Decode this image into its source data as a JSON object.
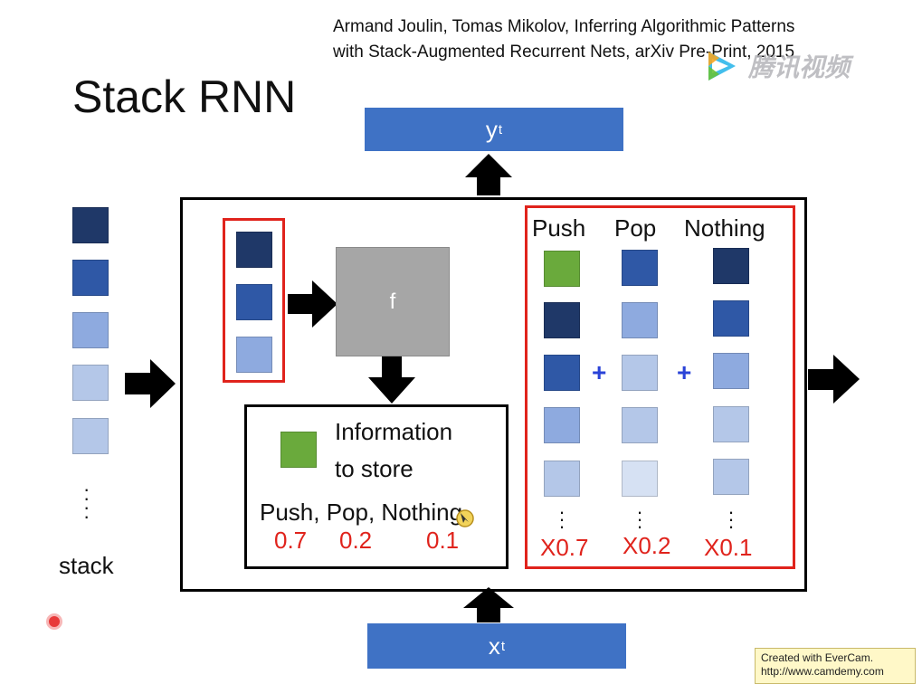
{
  "citation": {
    "line1": "Armand Joulin, Tomas Mikolov, Inferring Algorithmic Patterns",
    "line2": "with Stack-Augmented Recurrent Nets, arXiv Pre-Print, 2015"
  },
  "watermark": {
    "text": "腾讯视频"
  },
  "title": "Stack RNN",
  "output": {
    "label": "y",
    "superscript": "t"
  },
  "input": {
    "label": "x",
    "superscript": "t"
  },
  "f_label": "f",
  "stack_label": "stack",
  "info": {
    "line1": "Information",
    "line2": "to store",
    "actions": "Push, Pop, Nothing",
    "probs": [
      "0.7",
      "0.2",
      "0.1"
    ]
  },
  "ops": {
    "headers": [
      "Push",
      "Pop",
      "Nothing"
    ],
    "plus": "+",
    "multipliers": [
      "X0.7",
      "X0.2",
      "X0.1"
    ]
  },
  "vertical_ellipsis": "⋮",
  "colors": {
    "dark_navy": "#1f3868",
    "mid_blue": "#2f58a6",
    "light_blue": "#8eaadf",
    "lighter_blue": "#b4c7e8",
    "palest_blue": "#d6e1f3",
    "green": "#6aaa3c",
    "bar_blue": "#3f72c5",
    "gray_f": "#a6a6a6",
    "red_border": "#e0231c",
    "plus_blue": "#2a43d8"
  },
  "evercam": {
    "line1": "Created with EverCam.",
    "line2": "http://www.camdemy.com"
  }
}
